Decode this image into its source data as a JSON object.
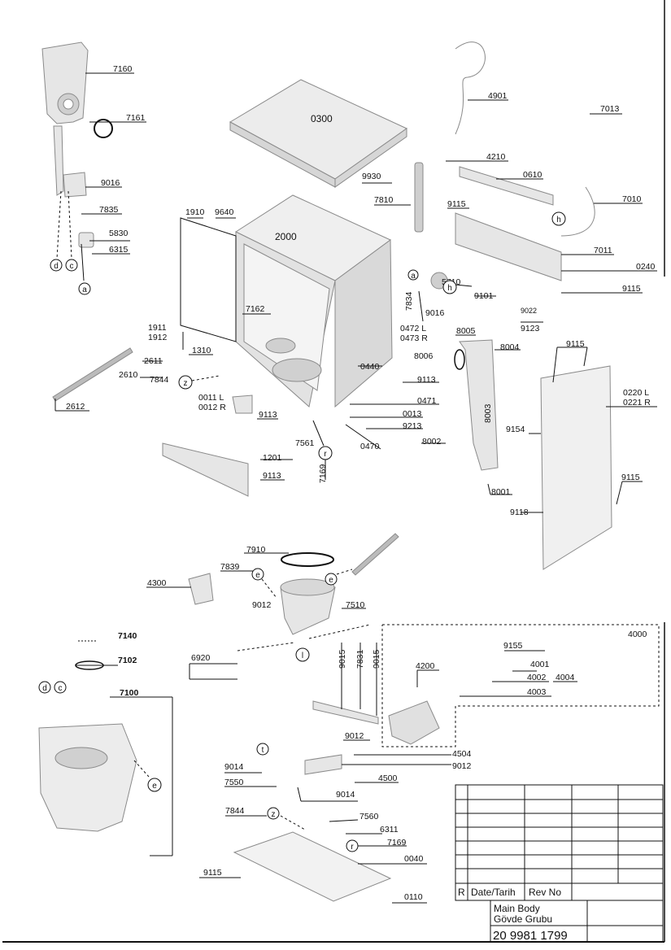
{
  "colors": {
    "line": "#111111",
    "part": "#8a8a8a",
    "part_fill": "#e6e6e6",
    "background": "#ffffff"
  },
  "parts": {
    "p7160": "7160",
    "p7161": "7161",
    "p9016a": "9016",
    "p7835": "7835",
    "p5830": "5830",
    "p6315": "6315",
    "p0300": "0300",
    "p4901": "4901",
    "p7013": "7013",
    "p4210": "4210",
    "p0610": "0610",
    "p9930": "9930",
    "p7810": "7810",
    "p7010": "7010",
    "p9115a": "9115",
    "p7011": "7011",
    "p0240": "0240",
    "p9115b": "9115",
    "p1910": "1910",
    "p9640": "9640",
    "p2000": "2000",
    "p7162": "7162",
    "p1911": "1911",
    "p1912": "1912",
    "p1310": "1310",
    "p2611": "2611",
    "p2610": "2610",
    "p2612": "2612",
    "p7844a": "7844",
    "p0011": "0011 L",
    "p0012": "0012 R",
    "p9113a": "9113",
    "p1201": "1201",
    "p9113b": "9113",
    "p7561": "7561",
    "p7169a": "7169",
    "p0470": "0470",
    "p7834": "7834",
    "p5710": "5710",
    "p9101": "9101",
    "p9016b": "9016",
    "p9022": "9022",
    "p9123": "9123",
    "p0472": "0472 L",
    "p0473": "0473 R",
    "p0440": "0440",
    "p9113c": "9113",
    "p0471": "0471",
    "p0013": "0013",
    "p9213": "9213",
    "p8005": "8005",
    "p8004": "8004",
    "p8006": "8006",
    "p8003": "8003",
    "p8002": "8002",
    "p8001": "8001",
    "p9115c": "9115",
    "p0220": "0220 L",
    "p0221": "0221 R",
    "p9154": "9154",
    "p9115d": "9115",
    "p9118": "9118",
    "p7910": "7910",
    "p7839": "7839",
    "p4300": "4300",
    "p9012a": "9012",
    "p7510": "7510",
    "p7140": "7140",
    "p7102": "7102",
    "p6920": "6920",
    "p7100": "7100",
    "p9015a": "9015",
    "p7831": "7831",
    "p9015b": "9015",
    "p4200": "4200",
    "p4000": "4000",
    "p9155": "9155",
    "p4001": "4001",
    "p4002": "4002",
    "p4004": "4004",
    "p4003": "4003",
    "p9012b": "9012",
    "p4504": "4504",
    "p9012c": "9012",
    "p4500": "4500",
    "p9014a": "9014",
    "p7550": "7550",
    "p9014b": "9014",
    "p7844b": "7844",
    "p7560": "7560",
    "p6311": "6311",
    "p7169b": "7169",
    "p0040": "0040",
    "p9115e": "9115",
    "p0110": "0110"
  },
  "callouts": {
    "d1": "d",
    "c1": "c",
    "a1": "a",
    "h1": "h",
    "a2": "a",
    "h2": "h",
    "z1": "z",
    "r1": "r",
    "e1": "e",
    "e2": "e",
    "l1": "l",
    "d2": "d",
    "c2": "c",
    "e3": "e",
    "t1": "t",
    "z2": "z",
    "r2": "r"
  },
  "title_block": {
    "rev_letter": "R",
    "date_label": "Date/Tarih",
    "rev_no_label": "Rev No",
    "description_en": "Main Body",
    "description_tr": "Gövde Grubu",
    "drawing_number": "20 9981 1799"
  }
}
